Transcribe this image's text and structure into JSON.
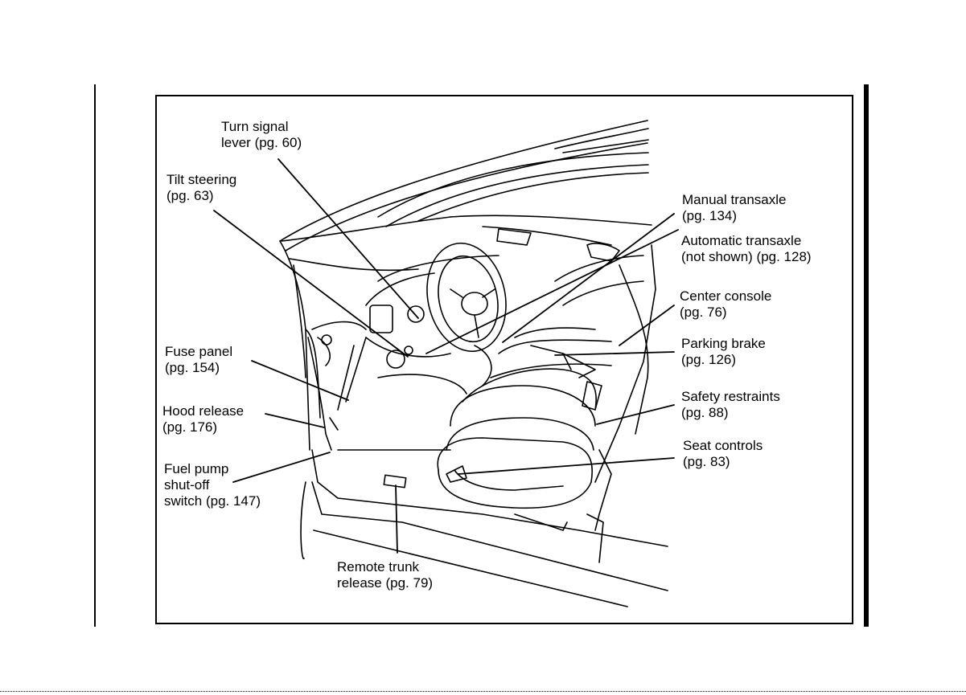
{
  "callouts": {
    "turn_signal": {
      "line1": "Turn signal",
      "line2": "lever (pg. 60)"
    },
    "tilt_steering": {
      "line1": "Tilt steering",
      "line2": "(pg. 63)"
    },
    "fuse_panel": {
      "line1": "Fuse panel",
      "line2": "(pg. 154)"
    },
    "hood_release": {
      "line1": "Hood release",
      "line2": "(pg. 176)"
    },
    "fuel_pump": {
      "line1": "Fuel pump",
      "line2": "shut-off",
      "line3": "switch (pg. 147)"
    },
    "remote_trunk": {
      "line1": "Remote trunk",
      "line2": "release (pg. 79)"
    },
    "manual_transaxle": {
      "line1": "Manual transaxle",
      "line2": "(pg. 134)"
    },
    "automatic_transaxle": {
      "line1": "Automatic transaxle",
      "line2": "(not shown) (pg. 128)"
    },
    "center_console": {
      "line1": "Center console",
      "line2": "(pg. 76)"
    },
    "parking_brake": {
      "line1": "Parking brake",
      "line2": "(pg. 126)"
    },
    "safety_restraints": {
      "line1": "Safety restraints",
      "line2": "(pg. 88)"
    },
    "seat_controls": {
      "line1": "Seat controls",
      "line2": "(pg. 83)"
    }
  }
}
